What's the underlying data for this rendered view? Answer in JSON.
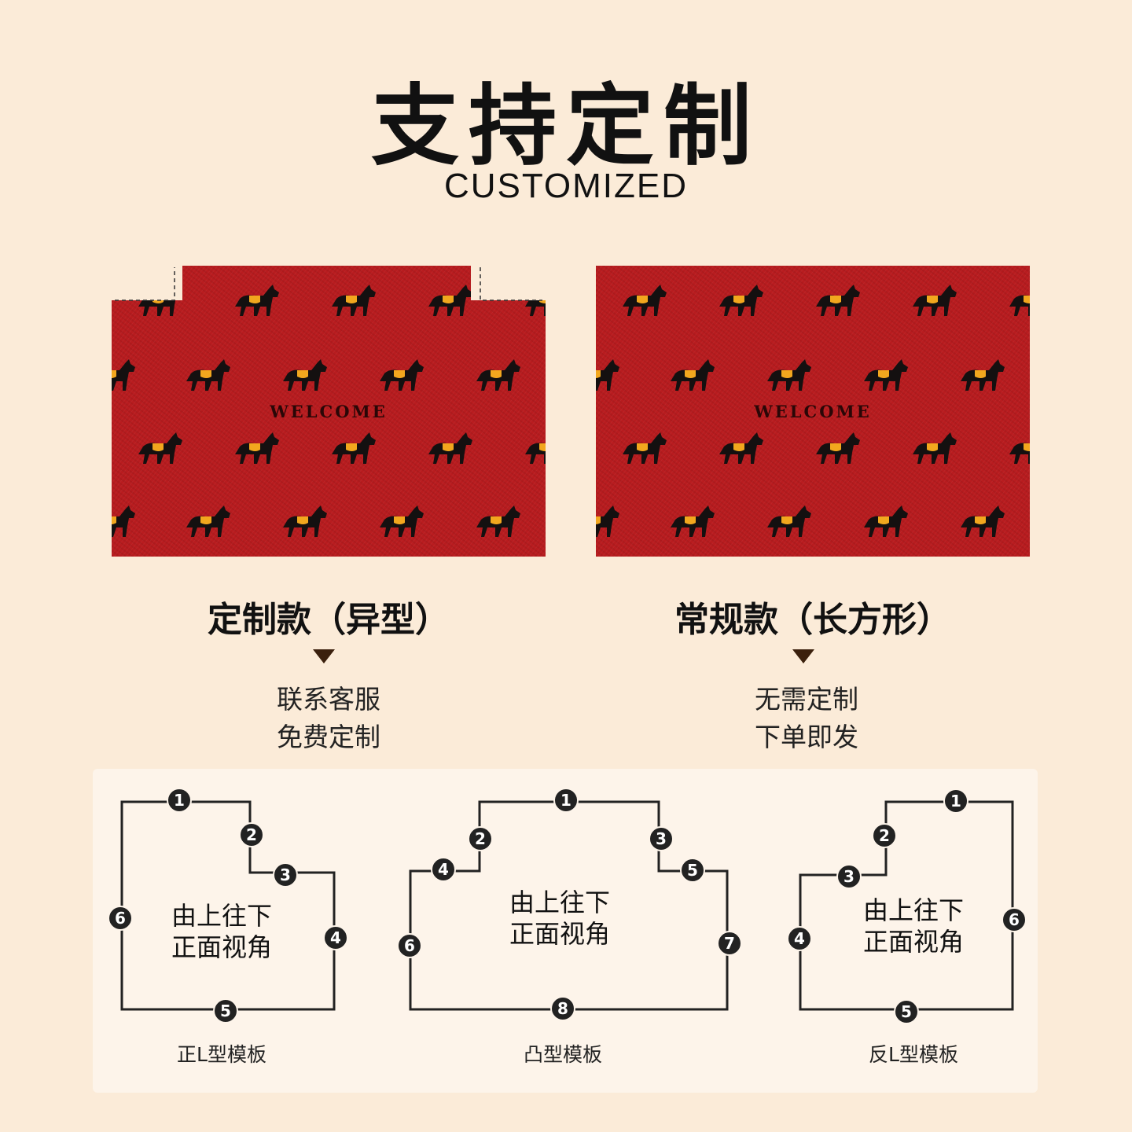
{
  "header": {
    "title": "支持定制",
    "subtitle": "CUSTOMIZED"
  },
  "colors": {
    "background": "#fbebd8",
    "mat_red": "#b81c1f",
    "horse_black": "#141010",
    "saddle_gold": "#f2a71e",
    "arrow_brown": "#3b200d"
  },
  "mats": {
    "left": {
      "text": "WELCOME"
    },
    "right": {
      "text": "WELCOME"
    }
  },
  "options": {
    "custom": {
      "label": "定制款（异型）",
      "note_line1": "联系客服",
      "note_line2": "免费定制"
    },
    "regular": {
      "label": "常规款（长方形）",
      "note_line1": "无需定制",
      "note_line2": "下单即发"
    }
  },
  "templates": {
    "view_line1": "由上往下",
    "view_line2": "正面视角",
    "items": [
      {
        "name": "正L型模板",
        "markers": [
          "1",
          "2",
          "3",
          "4",
          "5",
          "6"
        ]
      },
      {
        "name": "凸型模板",
        "markers": [
          "1",
          "2",
          "3",
          "4",
          "5",
          "6",
          "7",
          "8"
        ]
      },
      {
        "name": "反L型模板",
        "markers": [
          "1",
          "2",
          "3",
          "4",
          "5",
          "6"
        ]
      }
    ]
  }
}
